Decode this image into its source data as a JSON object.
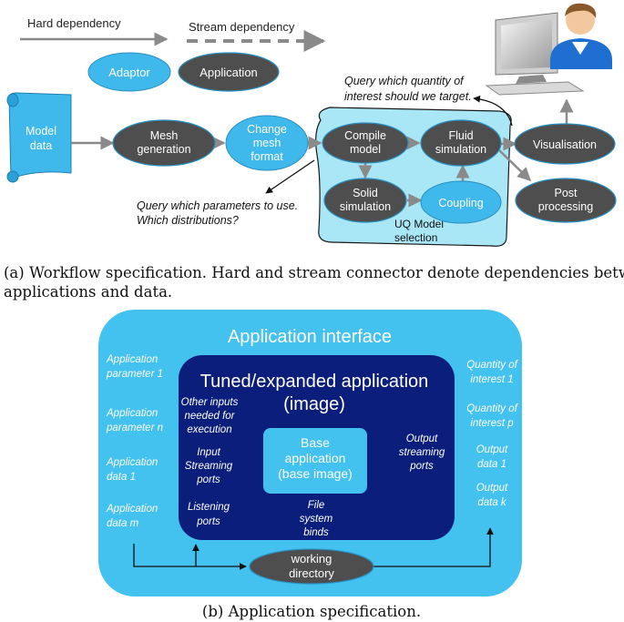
{
  "workflow": {
    "legend": {
      "hard": "Hard dependency",
      "stream": "Stream dependency",
      "adaptor": "Adaptor",
      "application": "Application"
    },
    "nodes": {
      "model_data": [
        "Model",
        "data"
      ],
      "mesh_generation": [
        "Mesh",
        "generation"
      ],
      "change_mesh_format": [
        "Change",
        "mesh",
        "format"
      ],
      "compile_model": [
        "Compile",
        "model"
      ],
      "fluid_simulation": [
        "Fluid",
        "simulation"
      ],
      "solid_simulation": [
        "Solid",
        "simulation"
      ],
      "coupling": "Coupling",
      "visualisation": "Visualisation",
      "post_processing": [
        "Post",
        "processing"
      ]
    },
    "uq_label": [
      "UQ Model",
      "selection"
    ],
    "query_top": [
      "Query which quantity of",
      "interest should we target."
    ],
    "query_bottom": [
      "Query which parameters to use.",
      "Which distributions?"
    ]
  },
  "caption_a": [
    "(a) Workflow specification. Hard and stream connector denote dependencies between",
    "applications and data."
  ],
  "app_spec": {
    "interface_title": "Application interface",
    "tuned_title": [
      "Tuned/expanded application",
      "(image)"
    ],
    "base": [
      "Base",
      "application",
      "(base image)"
    ],
    "left_labels": {
      "param1": [
        "Application",
        "parameter 1"
      ],
      "paramn": [
        "Application",
        "parameter n"
      ],
      "data1": [
        "Application",
        "data 1"
      ],
      "datam": [
        "Application",
        "data m"
      ]
    },
    "right_labels": {
      "qoi1": [
        "Quantity of",
        "interest 1"
      ],
      "qoip": [
        "Quantity of",
        "interest p"
      ],
      "out1": [
        "Output",
        "data 1"
      ],
      "outk": [
        "Output",
        "data k"
      ]
    },
    "inner_labels": {
      "other_inputs": [
        "Other inputs",
        "needed for",
        "execution"
      ],
      "input_streaming": [
        "Input",
        "Streaming",
        "ports"
      ],
      "listening": [
        "Listening",
        "ports"
      ],
      "file_system": [
        "File",
        "system",
        "binds"
      ],
      "output_streaming": [
        "Output",
        "streaming",
        "ports"
      ]
    },
    "working_directory": [
      "working",
      "directory"
    ]
  },
  "caption_b": "(b) Application specification.",
  "colors": {
    "dark_node": "#4e4e4e",
    "light_node": "#3fb8ec",
    "interface_bg": "#43c1ef",
    "tuned_bg": "#0b1e7c",
    "uq_bg": "#a9e6f6",
    "arrow_gray": "#8a8a8a"
  }
}
